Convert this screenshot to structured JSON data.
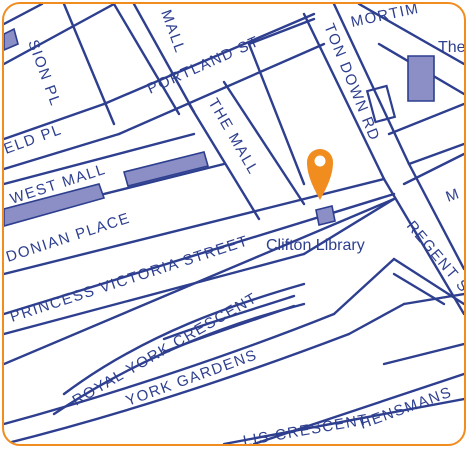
{
  "map": {
    "colors": {
      "road_outline": "#2e3f8f",
      "building_fill": "#8b8fc6",
      "pin": "#f18c1e",
      "frame": "#f18c1e",
      "background": "#ffffff"
    },
    "marker": {
      "icon": "map-pin-icon",
      "label": "Clifton Library"
    },
    "streets": {
      "mortimer": "MORTIM",
      "portland_st": "PORTLAND ST",
      "mall_top": "MALL",
      "sion_pl": "SION PL",
      "field_pl": "ELD PL",
      "the_mall": "THE MALL",
      "west_mall": "WEST MALL",
      "caledonian_place": "DONIAN PLACE",
      "clifton_down_rd": "TON DOWN RD",
      "princess_victoria_street": "PRINCESS VICTORIA STREET",
      "regent_st": "REGENT S",
      "royal_york_crescent": "ROYAL YORK CRESCENT",
      "york_gardens": "YORK GARDENS",
      "hensmans": "HENSMANS",
      "lis_crescent": "LIS CRESCENT",
      "m_fragment": "M",
      "the_fragment": "The"
    }
  }
}
